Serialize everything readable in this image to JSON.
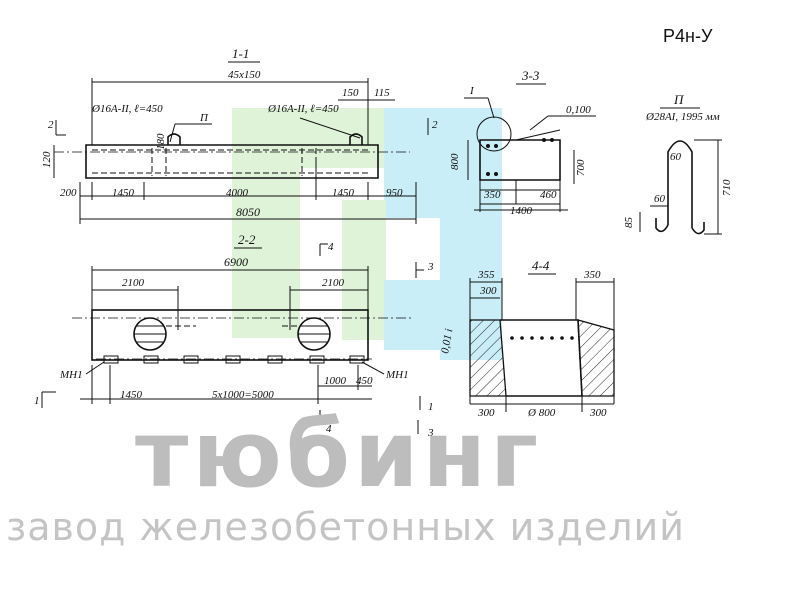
{
  "product_code": "Р4н-У",
  "brand": {
    "name": "тюбинг",
    "tagline": "завод железобетонных изделий",
    "colors": {
      "green": "#dff3d8",
      "blue": "#c9eef8",
      "gray": "#bdbdbd"
    }
  },
  "section_1_1": {
    "title": "1-1",
    "dims": {
      "top_span": "45х150",
      "d150": "150",
      "d115": "115",
      "d120": "120",
      "d180": "180",
      "d200": "200",
      "d1450_left": "1450",
      "d4000": "4000",
      "d1450_right": "1450",
      "d950": "950",
      "total": "8050"
    },
    "rebar_left": "Ø16А-II, ℓ=450",
    "rebar_right": "Ø16А-II, ℓ=450",
    "mark_II": "П",
    "cut_mark": "2"
  },
  "section_2_2": {
    "title": "2-2",
    "dims": {
      "top": "6900",
      "d2100_left": "2100",
      "d2100_right": "2100",
      "d1450": "1450",
      "pitch": "5х1000=5000",
      "d1000": "1000",
      "d450": "450"
    },
    "plate_label_left": "МН1",
    "plate_label_right": "МН1",
    "cut_marks": {
      "m1": "1",
      "m3": "3",
      "m4": "4"
    }
  },
  "section_3_3": {
    "title": "3-3",
    "node_mark": "I",
    "slope": "0,100",
    "dims": {
      "d800": "800",
      "d700": "700",
      "d350": "350",
      "d460": "460",
      "d1400": "1400"
    }
  },
  "section_4_4": {
    "title": "4-4",
    "dims": {
      "d355": "355",
      "d300_top": "300",
      "d350": "350",
      "d300_left": "300",
      "d800": "Ø 800",
      "d300_right": "300",
      "slope": "0,01 i"
    }
  },
  "detail_II": {
    "title": "П",
    "spec": "Ø28АI, 1995 мм",
    "dims": {
      "d60_top": "60",
      "d60_mid": "60",
      "d85": "85",
      "d710": "710"
    }
  }
}
